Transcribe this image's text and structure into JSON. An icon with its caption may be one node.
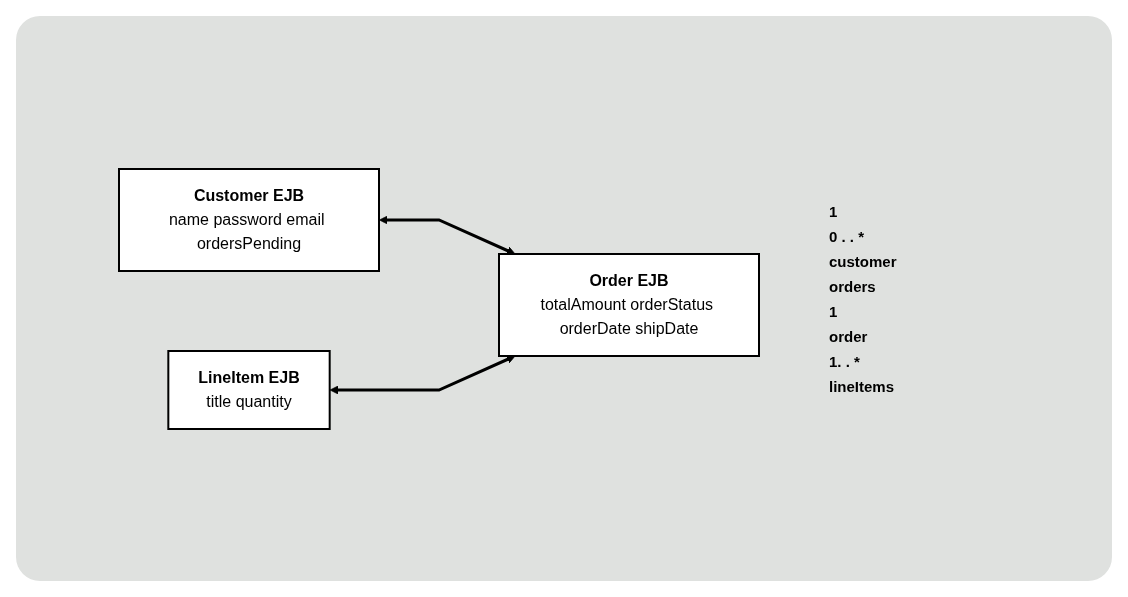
{
  "diagram": {
    "nodes": [
      {
        "text": [
          "Customer EJB",
          "name password email ordersPending"
        ]
      },
      {
        "text": [
          "Order EJB",
          "totalAmount orderStatus orderDate shipDate"
        ]
      },
      {
        "text": [
          "LineItem EJB",
          "title quantity"
        ]
      }
    ],
    "edges": [
      {
        "from": 0,
        "to": 1,
        "arrow": "both"
      },
      {
        "from": 2,
        "to": 1,
        "arrow": "both"
      }
    ],
    "labels": [
      "1",
      "0 . . *",
      "customer",
      "orders",
      "1",
      "order",
      "1. . *",
      "lineItems"
    ]
  }
}
